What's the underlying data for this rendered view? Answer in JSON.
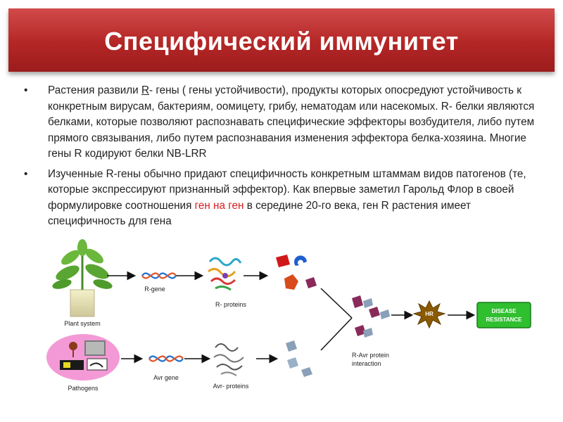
{
  "title": "Специфический иммунитет",
  "bullets": [
    {
      "symbol": "•",
      "p1": "Растения развили ",
      "p1_underline": "R",
      "p2": "- гены ( гены устойчивости), продукты которых опосредуют устойчивость к конкретным вирусам, бактериям, оомицету, грибу, нематодам или насекомых. R- белки являются белками, которые позволяют распознавать специфические эффекторы возбудителя, либо путем прямого связывания, либо путем распознавания изменения эффектора белка-хозяина. Многие гены R кодируют белки NB-LRR"
    },
    {
      "symbol": "•",
      "p1": "Изученные R-гены обычно придают специфичность конкретным штаммам видов патогенов (те, которые экспрессируют признанный эффектор). Как впервые заметил Гарольд Флор в своей формулировке соотношения ",
      "highlight": "ген на ген",
      "p2": " в середине 20-го века, ген R растения имеет специфичность для гена"
    }
  ],
  "diagram": {
    "plant_label": "Plant system",
    "pathogens_label": "Pathogens",
    "r_gene_label": "R-gene",
    "r_proteins_label": "R- proteins",
    "avr_gene_label": "Avr gene",
    "avr_proteins_label": "Avr- proteins",
    "interaction_label_1": "R-Avr protein",
    "interaction_label_2": "interaction",
    "hr_label": "HR",
    "resistance_label_1": "DISEASE",
    "resistance_label_2": "RESISTANCE"
  },
  "colors": {
    "title_bar": "#b42626",
    "highlight": "#d81e1e",
    "resistance_box": "#2fbf2f",
    "hr_burst": "#8b5a00"
  }
}
